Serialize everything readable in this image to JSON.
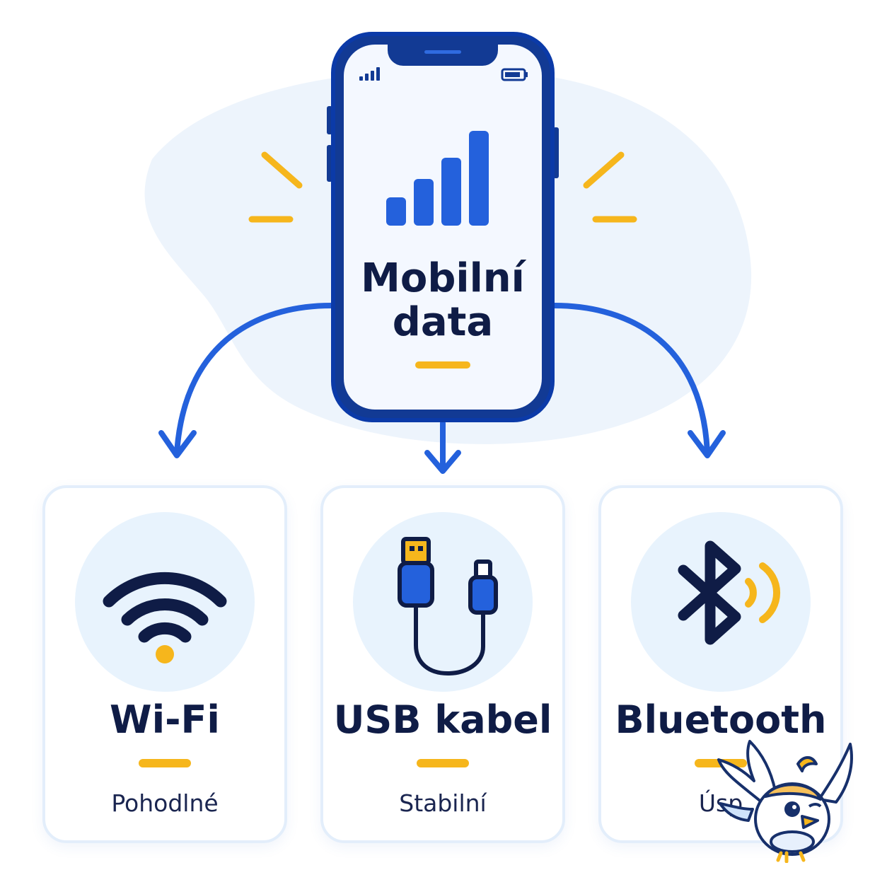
{
  "phone": {
    "label_line1": "Mobilní",
    "label_line2": "data"
  },
  "cards": [
    {
      "title": "Wi-Fi",
      "subtitle": "Pohodlné",
      "icon": "wifi-icon"
    },
    {
      "title": "USB kabel",
      "subtitle": "Stabilní",
      "icon": "usb-cable-icon"
    },
    {
      "title": "Bluetooth",
      "subtitle": "Úsp",
      "icon": "bluetooth-icon"
    }
  ],
  "colors": {
    "primary": "#2461dc",
    "dark_navy": "#0f1c46",
    "accent": "#f6b61c",
    "soft_blue": "#e8f3fd"
  }
}
